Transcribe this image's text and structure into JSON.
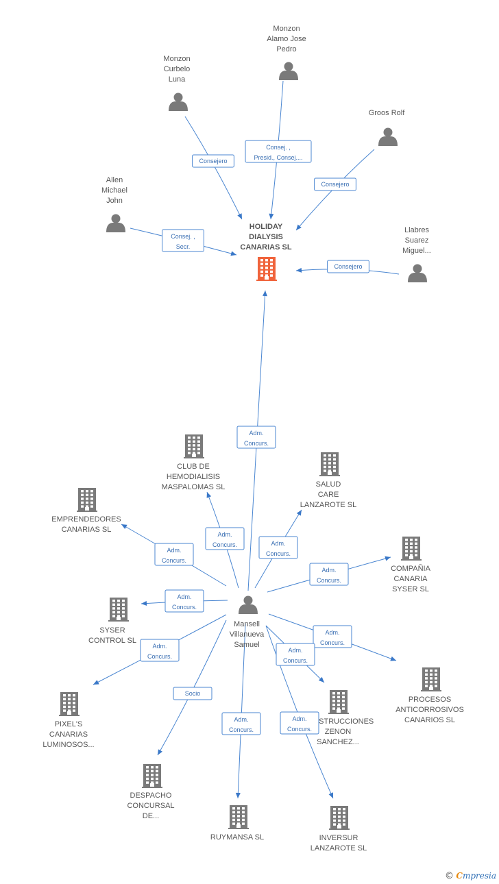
{
  "colors": {
    "edge": "#4a86d1",
    "person": "#7a7a7a",
    "company": "#7a7a7a",
    "focus_company": "#f0643c"
  },
  "nodes": [
    {
      "id": "holiday",
      "type": "company",
      "focus": true,
      "label": [
        "HOLIDAY",
        "DIALYSIS",
        "CANARIAS SL"
      ]
    },
    {
      "id": "monzon-alamo",
      "type": "person",
      "label": [
        "Monzon",
        "Alamo Jose",
        "Pedro"
      ]
    },
    {
      "id": "monzon-curbelo",
      "type": "person",
      "label": [
        "Monzon",
        "Curbelo",
        "Luna"
      ]
    },
    {
      "id": "groos",
      "type": "person",
      "label": [
        "Groos Rolf"
      ]
    },
    {
      "id": "allen",
      "type": "person",
      "label": [
        "Allen",
        "Michael",
        "John"
      ]
    },
    {
      "id": "llabres",
      "type": "person",
      "label": [
        "Llabres",
        "Suarez",
        "Miguel..."
      ]
    },
    {
      "id": "mansell",
      "type": "person",
      "label": [
        "Mansell",
        "Villanueva",
        "Samuel"
      ]
    },
    {
      "id": "club",
      "type": "company",
      "label": [
        "CLUB DE",
        "HEMODIALISIS",
        "MASPALOMAS SL"
      ]
    },
    {
      "id": "salud",
      "type": "company",
      "label": [
        "SALUD",
        "CARE",
        "LANZAROTE SL"
      ]
    },
    {
      "id": "emprendedores",
      "type": "company",
      "label": [
        "EMPRENDEDORES",
        "CANARIAS SL"
      ]
    },
    {
      "id": "compania",
      "type": "company",
      "label": [
        "COMPAÑIA",
        "CANARIA",
        "SYSER SL"
      ]
    },
    {
      "id": "syser-control",
      "type": "company",
      "label": [
        "SYSER",
        "CONTROL SL"
      ]
    },
    {
      "id": "procesos",
      "type": "company",
      "label": [
        "PROCESOS",
        "ANTICORROSIVOS",
        "CANARIOS SL"
      ]
    },
    {
      "id": "pixels",
      "type": "company",
      "label": [
        "PIXEL'S",
        "CANARIAS",
        "LUMINOSOS..."
      ]
    },
    {
      "id": "construcciones",
      "type": "company",
      "label": [
        "CONSTRUCCIONES",
        "ZENON",
        "SANCHEZ..."
      ]
    },
    {
      "id": "despacho",
      "type": "company",
      "label": [
        "DESPACHO",
        "CONCURSAL",
        "DE..."
      ]
    },
    {
      "id": "ruymansa",
      "type": "company",
      "label": [
        "RUYMANSA SL"
      ]
    },
    {
      "id": "inversur",
      "type": "company",
      "label": [
        "INVERSUR",
        "LANZAROTE SL"
      ]
    }
  ],
  "edges": [
    {
      "from": "monzon-alamo",
      "to": "holiday",
      "label": [
        "Consej. ,",
        "Presid., Consej...."
      ]
    },
    {
      "from": "monzon-curbelo",
      "to": "holiday",
      "label": [
        "Consejero"
      ]
    },
    {
      "from": "groos",
      "to": "holiday",
      "label": [
        "Consejero"
      ]
    },
    {
      "from": "allen",
      "to": "holiday",
      "label": [
        "Consej. ,",
        "Secr."
      ]
    },
    {
      "from": "llabres",
      "to": "holiday",
      "label": [
        "Consejero"
      ]
    },
    {
      "from": "mansell",
      "to": "holiday",
      "label": [
        "Adm.",
        "Concurs."
      ]
    },
    {
      "from": "mansell",
      "to": "club",
      "label": [
        "Adm.",
        "Concurs."
      ]
    },
    {
      "from": "mansell",
      "to": "salud",
      "label": [
        "Adm.",
        "Concurs."
      ]
    },
    {
      "from": "mansell",
      "to": "emprendedores",
      "label": [
        "Adm.",
        "Concurs."
      ]
    },
    {
      "from": "mansell",
      "to": "compania",
      "label": [
        "Adm.",
        "Concurs."
      ]
    },
    {
      "from": "mansell",
      "to": "syser-control",
      "label": [
        "Adm.",
        "Concurs."
      ]
    },
    {
      "from": "mansell",
      "to": "procesos",
      "label": [
        "Adm.",
        "Concurs."
      ]
    },
    {
      "from": "mansell",
      "to": "pixels",
      "label": [
        "Adm.",
        "Concurs."
      ]
    },
    {
      "from": "mansell",
      "to": "construcciones",
      "label": [
        "Adm.",
        "Concurs."
      ]
    },
    {
      "from": "mansell",
      "to": "despacho",
      "label": [
        "Socio"
      ]
    },
    {
      "from": "mansell",
      "to": "ruymansa",
      "label": [
        "Adm.",
        "Concurs."
      ]
    },
    {
      "from": "mansell",
      "to": "inversur",
      "label": [
        "Adm.",
        "Concurs."
      ]
    }
  ],
  "footer": {
    "copyright": "©",
    "brand_initial": "C",
    "brand_rest": "mpresia"
  }
}
